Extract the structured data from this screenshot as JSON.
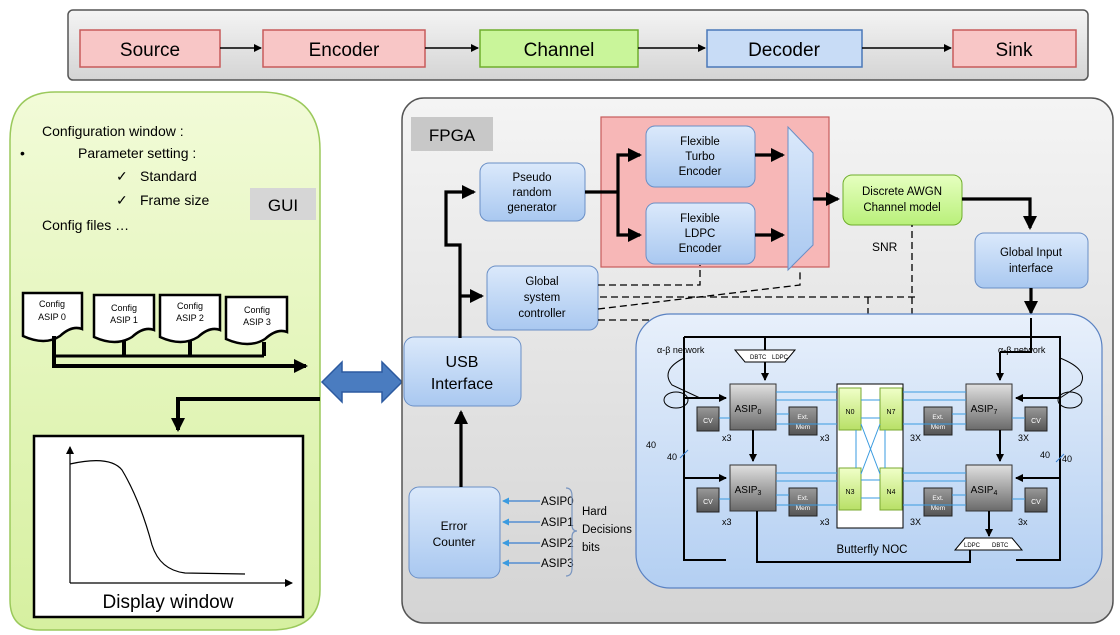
{
  "pipeline": {
    "source": "Source",
    "encoder": "Encoder",
    "channel": "Channel",
    "decoder": "Decoder",
    "sink": "Sink"
  },
  "gui": {
    "title": "Configuration window :",
    "bullet": "•",
    "param": "Parameter setting :",
    "check": "✓",
    "standard": "Standard",
    "frame_size": "Frame size",
    "config_files": "Config files …",
    "badge": "GUI",
    "config_word": "Config",
    "asip0": "ASIP 0",
    "asip1": "ASIP 1",
    "asip2": "ASIP 2",
    "asip3": "ASIP 3",
    "display": "Display window"
  },
  "fpga": {
    "label": "FPGA",
    "prng": [
      "Pseudo",
      "random",
      "generator"
    ],
    "turbo": [
      "Flexible",
      "Turbo",
      "Encoder"
    ],
    "ldpc": [
      "Flexible",
      "LDPC",
      "Encoder"
    ],
    "awgn": [
      "Discrete AWGN",
      "Channel model"
    ],
    "snr": "SNR",
    "gin": [
      "Global Input",
      "interface"
    ],
    "gsc": [
      "Global",
      "system",
      "controller"
    ],
    "usb": [
      "USB",
      "Interface"
    ],
    "err": [
      "Error",
      "Counter"
    ],
    "asips": [
      "ASIP0",
      "ASIP1",
      "ASIP2",
      "ASIP3"
    ],
    "hard": [
      "Hard",
      "Decisions",
      "bits"
    ]
  },
  "noc": {
    "alpha_left": "α-β network",
    "alpha_right": "α-β network",
    "dbtc": "DBTC",
    "ldpc": "LDPC",
    "asip0": "ASIP",
    "asip0_sub": "0",
    "asip3": "ASIP",
    "asip3_sub": "3",
    "asip7": "ASIP",
    "asip7_sub": "7",
    "asip4": "ASIP",
    "asip4_sub": "4",
    "cv": "CV",
    "ext": [
      "Ext.",
      "Mem"
    ],
    "x3": "x3",
    "three_x": "3X",
    "three_x_lower": "3x",
    "n0": "N0",
    "n7": "N7",
    "n3": "N3",
    "n4": "N4",
    "forty": "40",
    "butterfly": "Butterfly NOC"
  }
}
